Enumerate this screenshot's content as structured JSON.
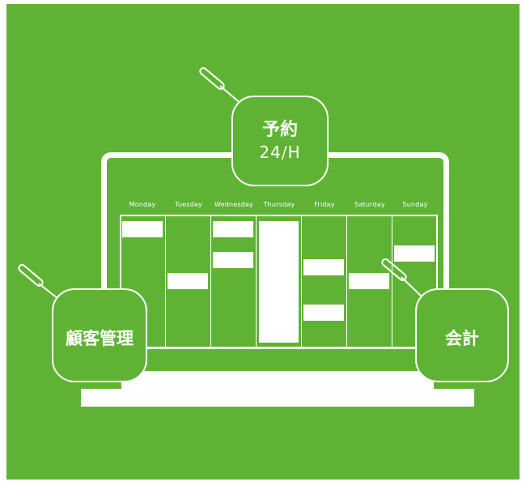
{
  "calendar": {
    "days": [
      "Monday",
      "Tuesday",
      "Wednesday",
      "Thursday",
      "Friday",
      "Saturday",
      "Sunday"
    ]
  },
  "callouts": {
    "booking": {
      "line1": "予約",
      "line2": "24/H"
    },
    "customer": {
      "label": "顧客管理"
    },
    "accounting": {
      "label": "会計"
    }
  },
  "colors": {
    "background": "#5fb334",
    "foreground": "#ffffff"
  }
}
